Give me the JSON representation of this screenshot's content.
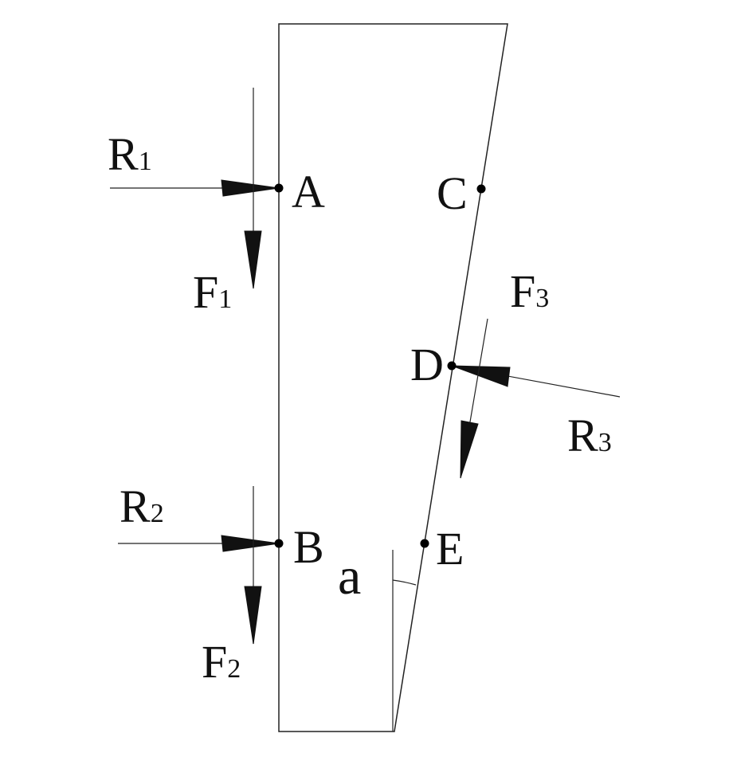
{
  "points": {
    "A": "A",
    "B": "B",
    "C": "C",
    "D": "D",
    "E": "E"
  },
  "forces": {
    "R1": {
      "base": "R",
      "sub": "1"
    },
    "R2": {
      "base": "R",
      "sub": "2"
    },
    "R3": {
      "base": "R",
      "sub": "3"
    },
    "F1": {
      "base": "F",
      "sub": "1"
    },
    "F2": {
      "base": "F",
      "sub": "2"
    },
    "F3": {
      "base": "F",
      "sub": "3"
    }
  },
  "angle_label": "a",
  "colors": {
    "line": "#222222",
    "text": "#111111",
    "background": "#ffffff"
  }
}
